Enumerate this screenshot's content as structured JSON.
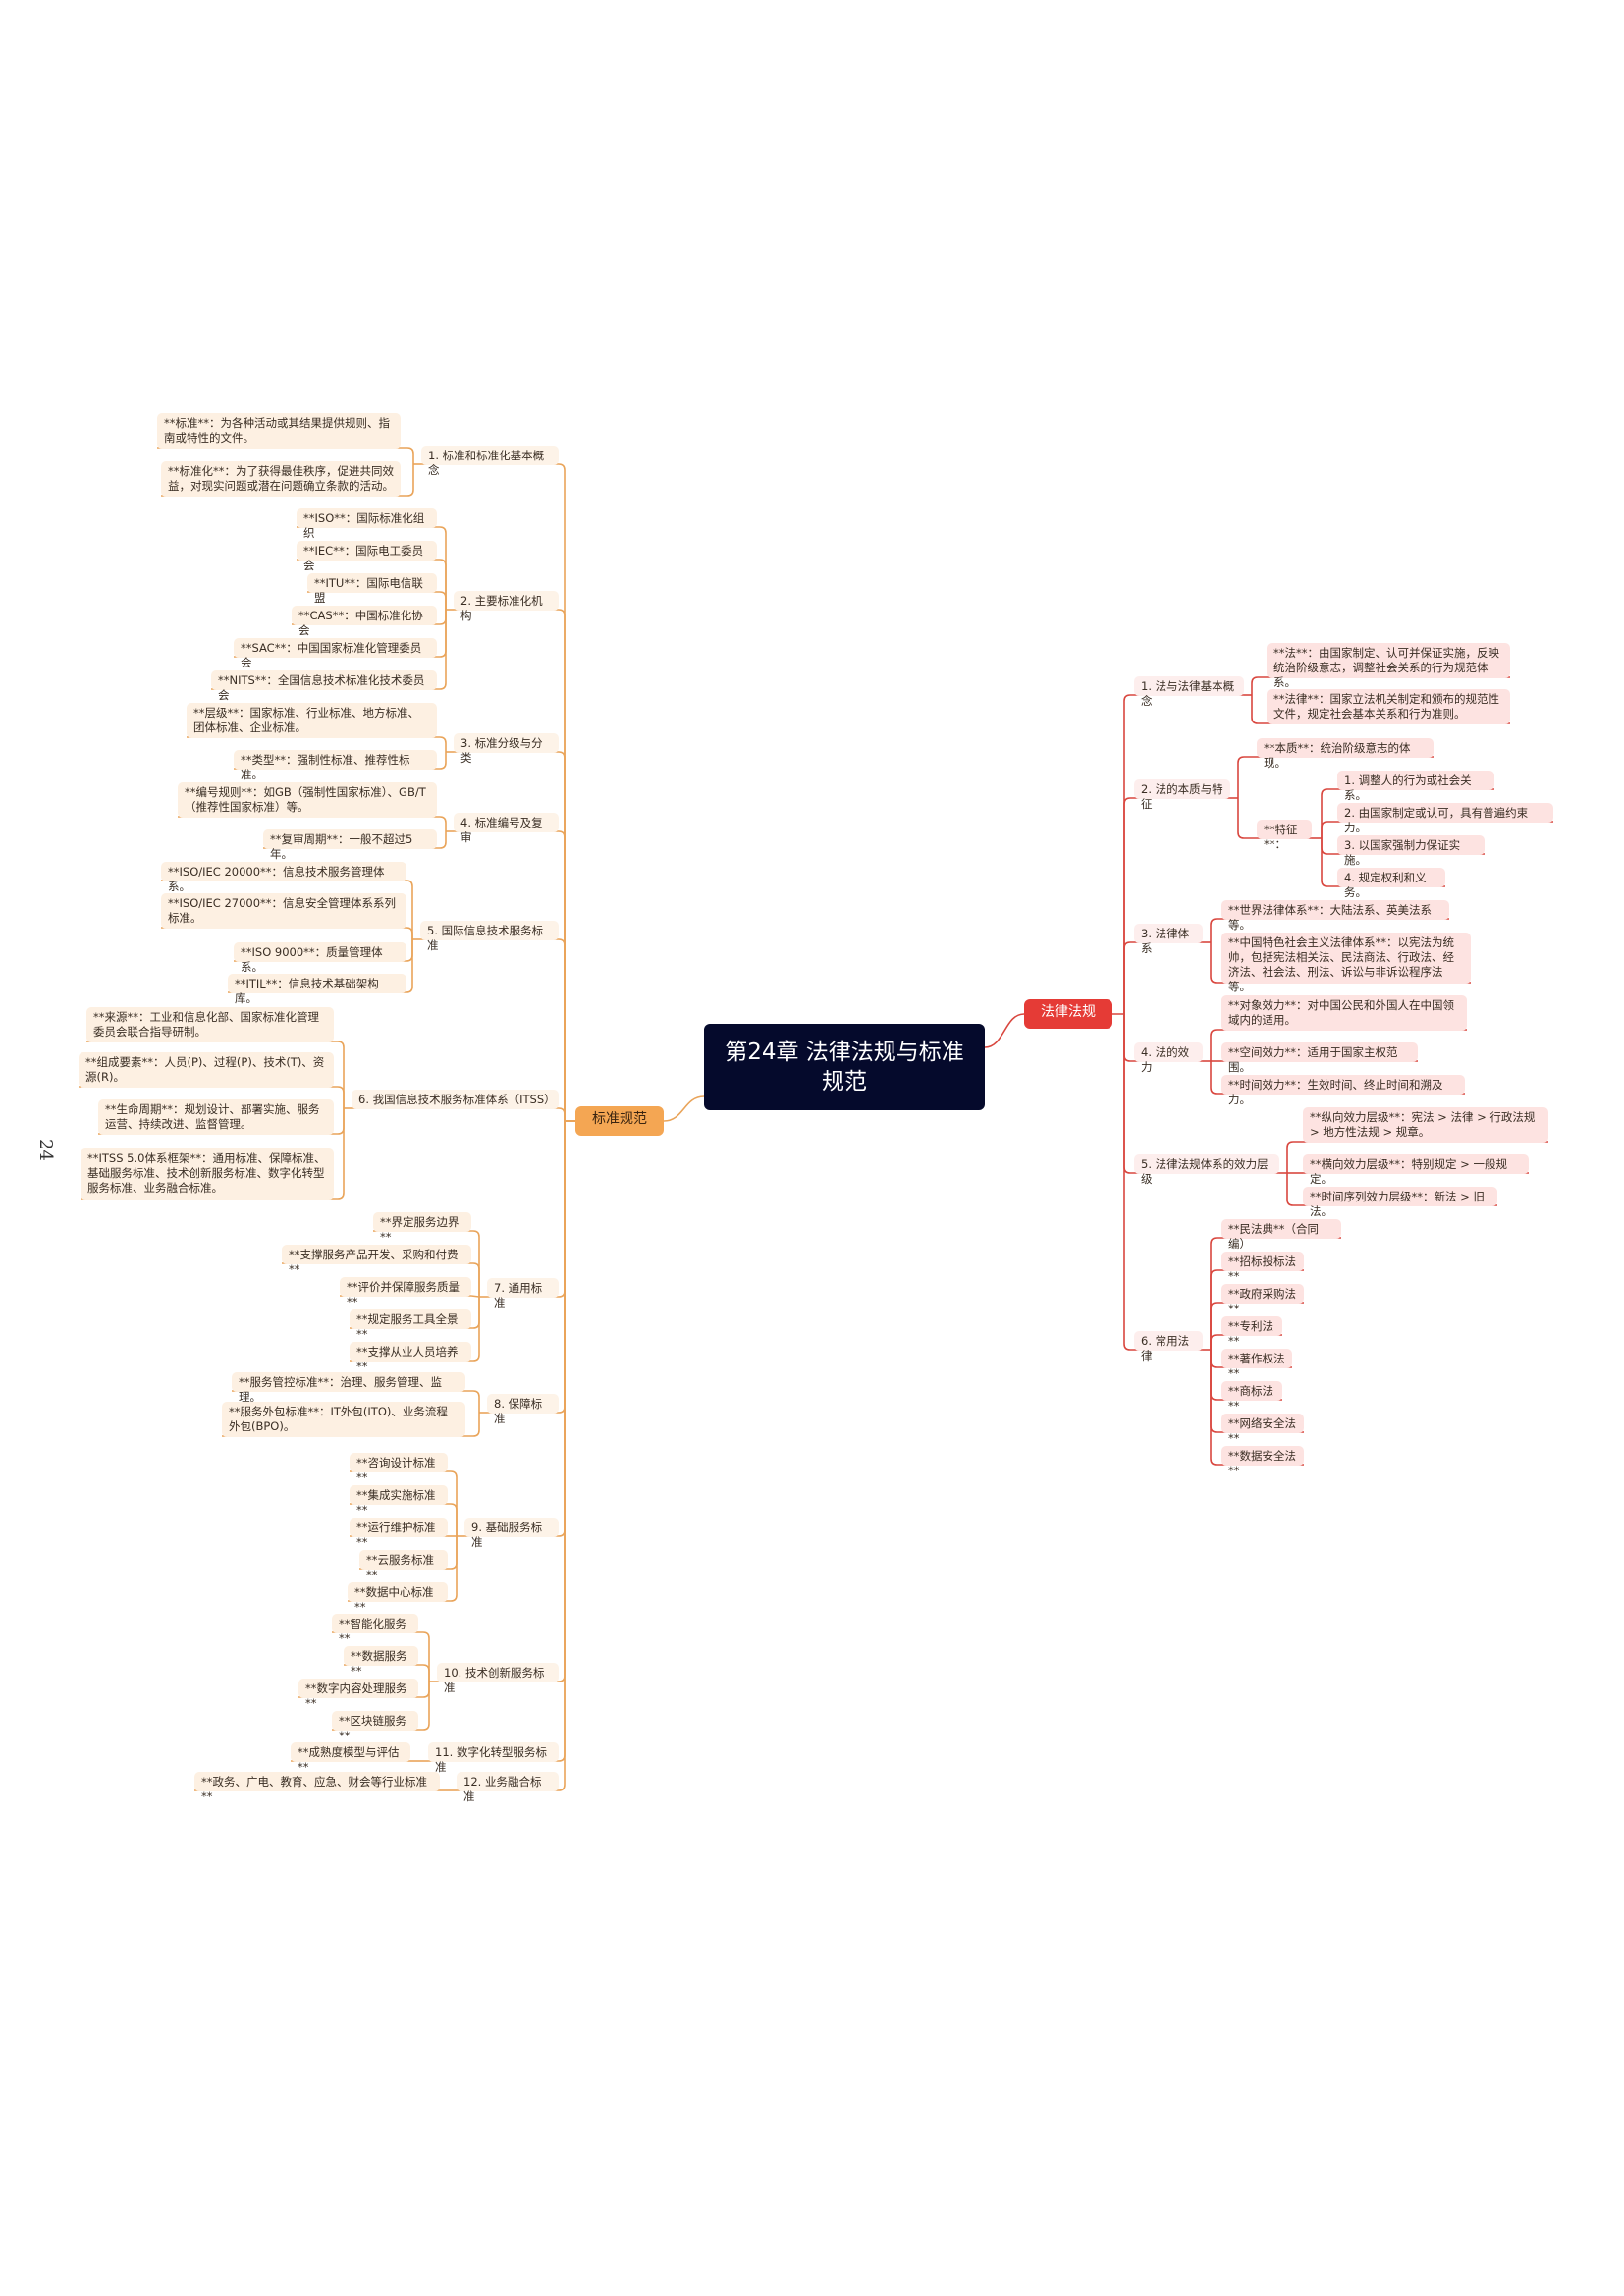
{
  "page_number": "24",
  "root": "第24章 法律法规与标准规范",
  "left": {
    "title": "标准规范",
    "branches": [
      {
        "label": "1. 标准和标准化基本概念",
        "children": [
          "**标准**：为各种活动或其结果提供规则、指南或特性的文件。",
          "**标准化**：为了获得最佳秩序，促进共同效益，对现实问题或潜在问题确立条款的活动。"
        ]
      },
      {
        "label": "2. 主要标准化机构",
        "children": [
          "**ISO**：国际标准化组织",
          "**IEC**：国际电工委员会",
          "**ITU**：国际电信联盟",
          "**CAS**：中国标准化协会",
          "**SAC**：中国国家标准化管理委员会",
          "**NITS**：全国信息技术标准化技术委员会"
        ]
      },
      {
        "label": "3. 标准分级与分类",
        "children": [
          "**层级**：国家标准、行业标准、地方标准、团体标准、企业标准。",
          "**类型**：强制性标准、推荐性标准。"
        ]
      },
      {
        "label": "4. 标准编号及复审",
        "children": [
          "**编号规则**：如GB（强制性国家标准）、GB/T（推荐性国家标准）等。",
          "**复审周期**：一般不超过5年。"
        ]
      },
      {
        "label": "5. 国际信息技术服务标准",
        "children": [
          "**ISO/IEC 20000**：信息技术服务管理体系。",
          "**ISO/IEC 27000**：信息安全管理体系系列标准。",
          "**ISO 9000**：质量管理体系。",
          "**ITIL**：信息技术基础架构库。"
        ]
      },
      {
        "label": "6. 我国信息技术服务标准体系（ITSS）",
        "children": [
          "**来源**：工业和信息化部、国家标准化管理委员会联合指导研制。",
          "**组成要素**：人员(P)、过程(P)、技术(T)、资源(R)。",
          "**生命周期**：规划设计、部署实施、服务运营、持续改进、监督管理。",
          "**ITSS 5.0体系框架**：通用标准、保障标准、基础服务标准、技术创新服务标准、数字化转型服务标准、业务融合标准。"
        ]
      },
      {
        "label": "7. 通用标准",
        "children": [
          "**界定服务边界**",
          "**支撑服务产品开发、采购和付费**",
          "**评价并保障服务质量**",
          "**规定服务工具全景**",
          "**支撑从业人员培养**"
        ]
      },
      {
        "label": "8. 保障标准",
        "children": [
          "**服务管控标准**：治理、服务管理、监理。",
          "**服务外包标准**：IT外包(ITO)、业务流程外包(BPO)。"
        ]
      },
      {
        "label": "9. 基础服务标准",
        "children": [
          "**咨询设计标准**",
          "**集成实施标准**",
          "**运行维护标准**",
          "**云服务标准**",
          "**数据中心标准**"
        ]
      },
      {
        "label": "10. 技术创新服务标准",
        "children": [
          "**智能化服务**",
          "**数据服务**",
          "**数字内容处理服务**",
          "**区块链服务**"
        ]
      },
      {
        "label": "11. 数字化转型服务标准",
        "children": [
          "**成熟度模型与评估**"
        ]
      },
      {
        "label": "12. 业务融合标准",
        "children": [
          "**政务、广电、教育、应急、财会等行业标准**"
        ]
      }
    ]
  },
  "right": {
    "title": "法律法规",
    "branches": [
      {
        "label": "1. 法与法律基本概念",
        "children": [
          "**法**：由国家制定、认可并保证实施，反映统治阶级意志，调整社会关系的行为规范体系。",
          "**法律**：国家立法机关制定和颁布的规范性文件，规定社会基本关系和行为准则。"
        ]
      },
      {
        "label": "2. 法的本质与特征",
        "children": [
          "**本质**：统治阶级意志的体现。",
          "**特征**："
        ],
        "grandchildren": [
          "1. 调整人的行为或社会关系。",
          "2. 由国家制定或认可，具有普遍约束力。",
          "3. 以国家强制力保证实施。",
          "4. 规定权利和义务。"
        ]
      },
      {
        "label": "3. 法律体系",
        "children": [
          "**世界法律体系**：大陆法系、英美法系等。",
          "**中国特色社会主义法律体系**：以宪法为统帅，包括宪法相关法、民法商法、行政法、经济法、社会法、刑法、诉讼与非诉讼程序法等。"
        ]
      },
      {
        "label": "4. 法的效力",
        "children": [
          "**对象效力**：对中国公民和外国人在中国领域内的适用。",
          "**空间效力**：适用于国家主权范围。",
          "**时间效力**：生效时间、终止时间和溯及力。"
        ]
      },
      {
        "label": "5. 法律法规体系的效力层级",
        "children": [
          "**纵向效力层级**：宪法 > 法律 > 行政法规 > 地方性法规 > 规章。",
          "**横向效力层级**：特别规定 > 一般规定。",
          "**时间序列效力层级**：新法 > 旧法。"
        ]
      },
      {
        "label": "6. 常用法律",
        "children": [
          "**民法典**（合同编）",
          "**招标投标法**",
          "**政府采购法**",
          "**专利法**",
          "**著作权法**",
          "**商标法**",
          "**网络安全法**",
          "**数据安全法**"
        ]
      }
    ]
  }
}
